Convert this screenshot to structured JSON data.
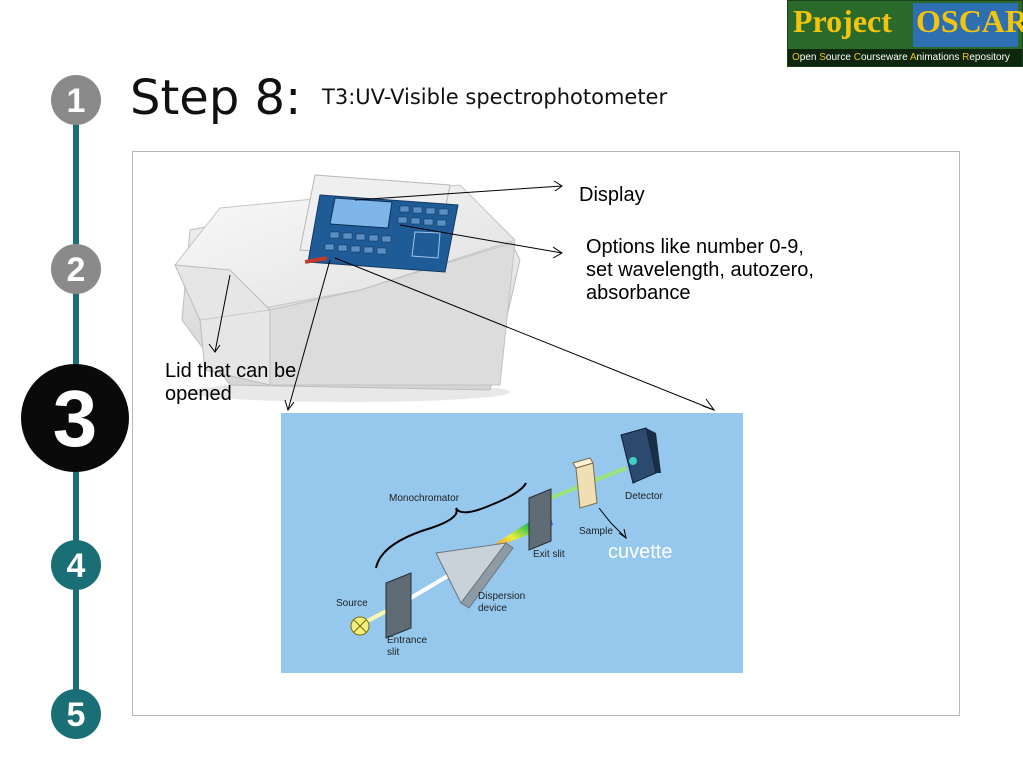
{
  "logo": {
    "word1": "Project",
    "word2": "OSCAR",
    "tagline_parts": [
      "O",
      "pen ",
      "S",
      "ource ",
      "C",
      "ourseware ",
      "A",
      "nimations ",
      "R",
      "epository"
    ]
  },
  "header": {
    "title": "Step 8:",
    "subtitle": "T3:UV-Visible spectrophotometer"
  },
  "steps": [
    {
      "number": "1",
      "active": false,
      "color": "#8a8a8a"
    },
    {
      "number": "2",
      "active": false,
      "color": "#8a8a8a"
    },
    {
      "number": "3",
      "active": true,
      "color": "#0a0a0a"
    },
    {
      "number": "4",
      "active": false,
      "color": "#1a6e75"
    },
    {
      "number": "5",
      "active": false,
      "color": "#1a6e75"
    }
  ],
  "annotations": {
    "display": "Display",
    "options_line1": "Options like number 0-9,",
    "options_line2": "set wavelength, autozero,",
    "options_line3": "absorbance",
    "lid_line1": "Lid that can be",
    "lid_line2": "opened",
    "cuvette": "cuvette"
  },
  "diagram": {
    "monochromator": "Monochromator",
    "source": "Source",
    "entrance_line1": "Entrance",
    "entrance_line2": "slit",
    "dispersion_line1": "Dispersion",
    "dispersion_line2": "device",
    "exit_slit": "Exit slit",
    "sample": "Sample",
    "detector": "Detector"
  },
  "colors": {
    "timeline_line": "#1a6e75",
    "diagram_bg": "#96c8ee",
    "logo_green": "#2a6a2a",
    "logo_blue": "#2d6fb0",
    "logo_yellow": "#f4c30d"
  }
}
